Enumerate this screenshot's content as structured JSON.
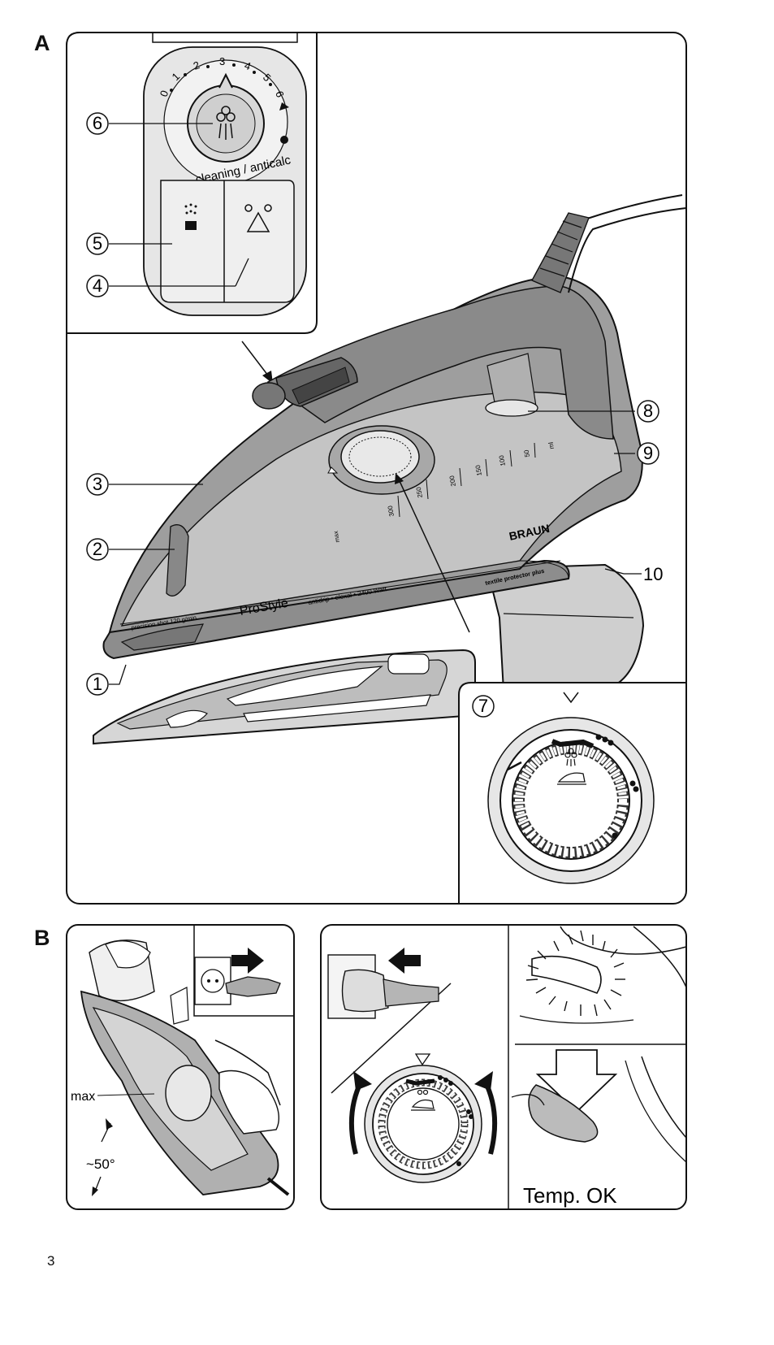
{
  "sections": {
    "a": "A",
    "b": "B"
  },
  "dial_numbers": [
    "0",
    "1",
    "2",
    "3",
    "4",
    "5",
    "6"
  ],
  "panel_text": {
    "cleaning": "cleaning / anticalc"
  },
  "callouts": [
    "1",
    "2",
    "3",
    "4",
    "5",
    "6",
    "7",
    "8",
    "9",
    "10"
  ],
  "iron_text": {
    "brand": "BRAUN",
    "model": "ProStyle",
    "features": "antidrip • eloxal • 2400 Watt",
    "shot": "precision shot 120 g/min",
    "protector": "textile protector plus",
    "max": "max"
  },
  "scale_marks": [
    "300",
    "250",
    "200",
    "150",
    "100",
    "50",
    "ml"
  ],
  "section_b": {
    "max_label": "max",
    "angle_label": "~50°",
    "temp_ok": "Temp. OK"
  },
  "page_number": "3"
}
